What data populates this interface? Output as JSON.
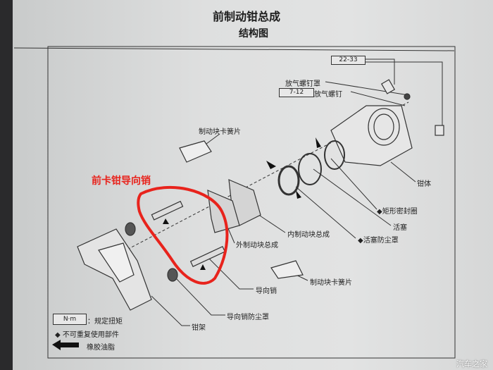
{
  "title": "前制动钳总成",
  "subtitle": "结构图",
  "torque_values": {
    "caliper_bolt": "22-33",
    "bleeder_screw": "7-12"
  },
  "labels": {
    "bleeder_cap": "放气螺钉罩",
    "bleeder_screw": "放气螺钉",
    "pad_clip_top": "制动块卡簧片",
    "annotation": "前卡钳导向销",
    "caliper_body": "钳体",
    "seal": "◆矩形密封圈",
    "piston": "活塞",
    "inner_pad": "内制动块总成",
    "piston_boot": "◆活塞防尘罩",
    "outer_pad": "外制动块总成",
    "pad_clip_bottom": "制动块卡簧片",
    "guide_pin": "导向销",
    "guide_pin_boot": "导向销防尘罩",
    "bracket": "钳架"
  },
  "legend": {
    "torque_unit": "N·m",
    "torque_desc": "：规定扭矩",
    "non_reusable": "◆ 不可重复使用部件",
    "grease": "橡胶油脂"
  },
  "watermark": "汽车之家",
  "colors": {
    "annotation": "#e8231c"
  }
}
